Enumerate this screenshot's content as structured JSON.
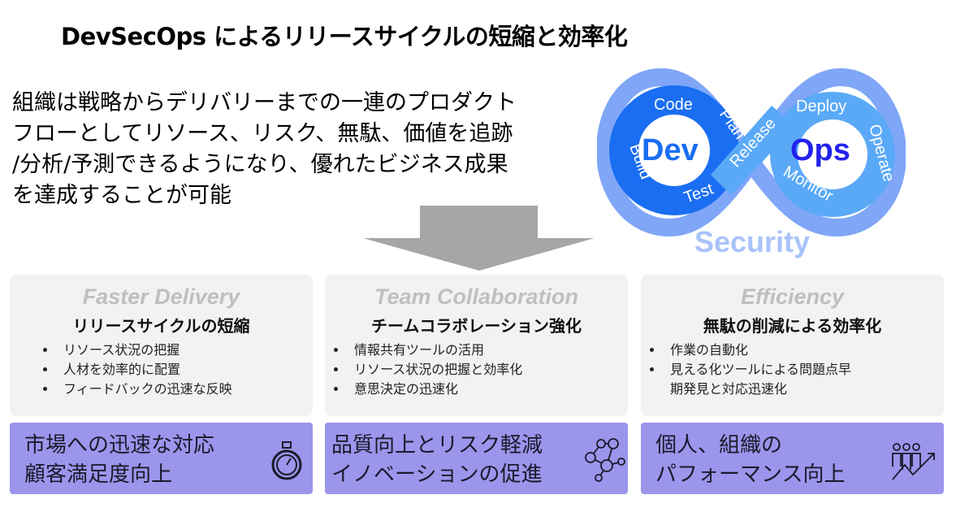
{
  "title": "DevSecOps によるリリースサイクルの短縮と効率化",
  "intro_lines": [
    "組織は戦略からデリバリーまでの一連のプロダクト",
    "フローとしてリソース、リスク、無駄、価値を追跡",
    "/分析/予測できるようになり、優れたビジネス成果",
    "を達成することが可能"
  ],
  "diagram": {
    "dev": "Dev",
    "ops": "Ops",
    "security": "Security",
    "dev_stages": [
      "Code",
      "Plan",
      "Build",
      "Test"
    ],
    "release": "Release",
    "ops_stages": [
      "Deploy",
      "Operate",
      "Monitor"
    ],
    "colors": {
      "dev": "#1a6ef2",
      "ops": "#5aa9f7",
      "outer": "#7fa6f7",
      "ops_text": "#2222ee",
      "security": "#a9c3fb"
    }
  },
  "cards": [
    {
      "en": "Faster Delivery",
      "jp": "リリースサイクルの短縮",
      "bullets": [
        "リソース状況の把握",
        "人材を効率的に配置",
        "フィードバックの迅速な反映"
      ],
      "outcome": [
        "市場への迅速な対応",
        "顧客満足度向上"
      ],
      "icon": "stopwatch-icon"
    },
    {
      "en": "Team Collaboration",
      "jp": "チームコラボレーション強化",
      "bullets": [
        "情報共有ツールの活用",
        "リソース状況の把握と効率化",
        "意思決定の迅速化"
      ],
      "outcome": [
        "品質向上とリスク軽減",
        "イノベーションの促進"
      ],
      "icon": "network-icon"
    },
    {
      "en": "Efficiency",
      "jp": "無駄の削減による効率化",
      "bullets": [
        "作業の自動化",
        "見える化ツールによる問題点早",
        "期発見と対応迅速化"
      ],
      "outcome": [
        "個人、組織の",
        "パフォーマンス向上"
      ],
      "icon": "people-growth-icon"
    }
  ]
}
